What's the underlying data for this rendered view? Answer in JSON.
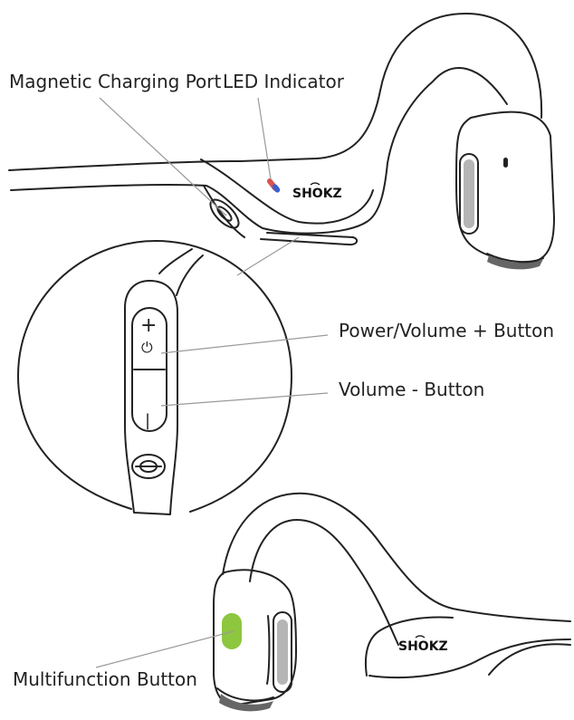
{
  "labels": {
    "magnetic_charging_port": "Magnetic Charging Port",
    "led_indicator": "LED Indicator",
    "power_volume_plus": "Power/Volume + Button",
    "volume_minus": "Volume - Button",
    "multifunction": "Multifunction Button"
  },
  "brand": {
    "logo": "SHOKZ"
  },
  "buttons": {
    "plus_symbol": "+",
    "power_symbol": "⏻",
    "minus_symbol": "|"
  },
  "colors": {
    "outline": "#222222",
    "leader_line": "#9a9a9a",
    "led_red": "#d9534f",
    "led_blue": "#3a5fcd",
    "multifunction_green": "#8dc63f",
    "grey_fill": "#b5b5b5",
    "dark_fill": "#666666"
  }
}
